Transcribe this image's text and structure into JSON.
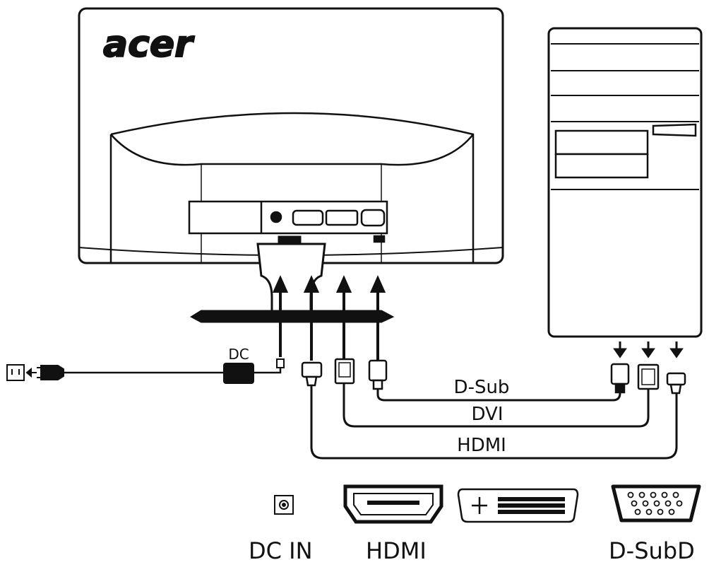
{
  "monitor": {
    "brand": "acer"
  },
  "adapter": {
    "label": "DC"
  },
  "cables": [
    {
      "label": "D-Sub"
    },
    {
      "label": "DVI"
    },
    {
      "label": "HDMI"
    }
  ],
  "connectors": {
    "dc_in": "DC IN",
    "hdmi": "HDMI",
    "dsub": "D-SubD"
  },
  "colors": {
    "line": "#111111",
    "background": "#ffffff"
  }
}
